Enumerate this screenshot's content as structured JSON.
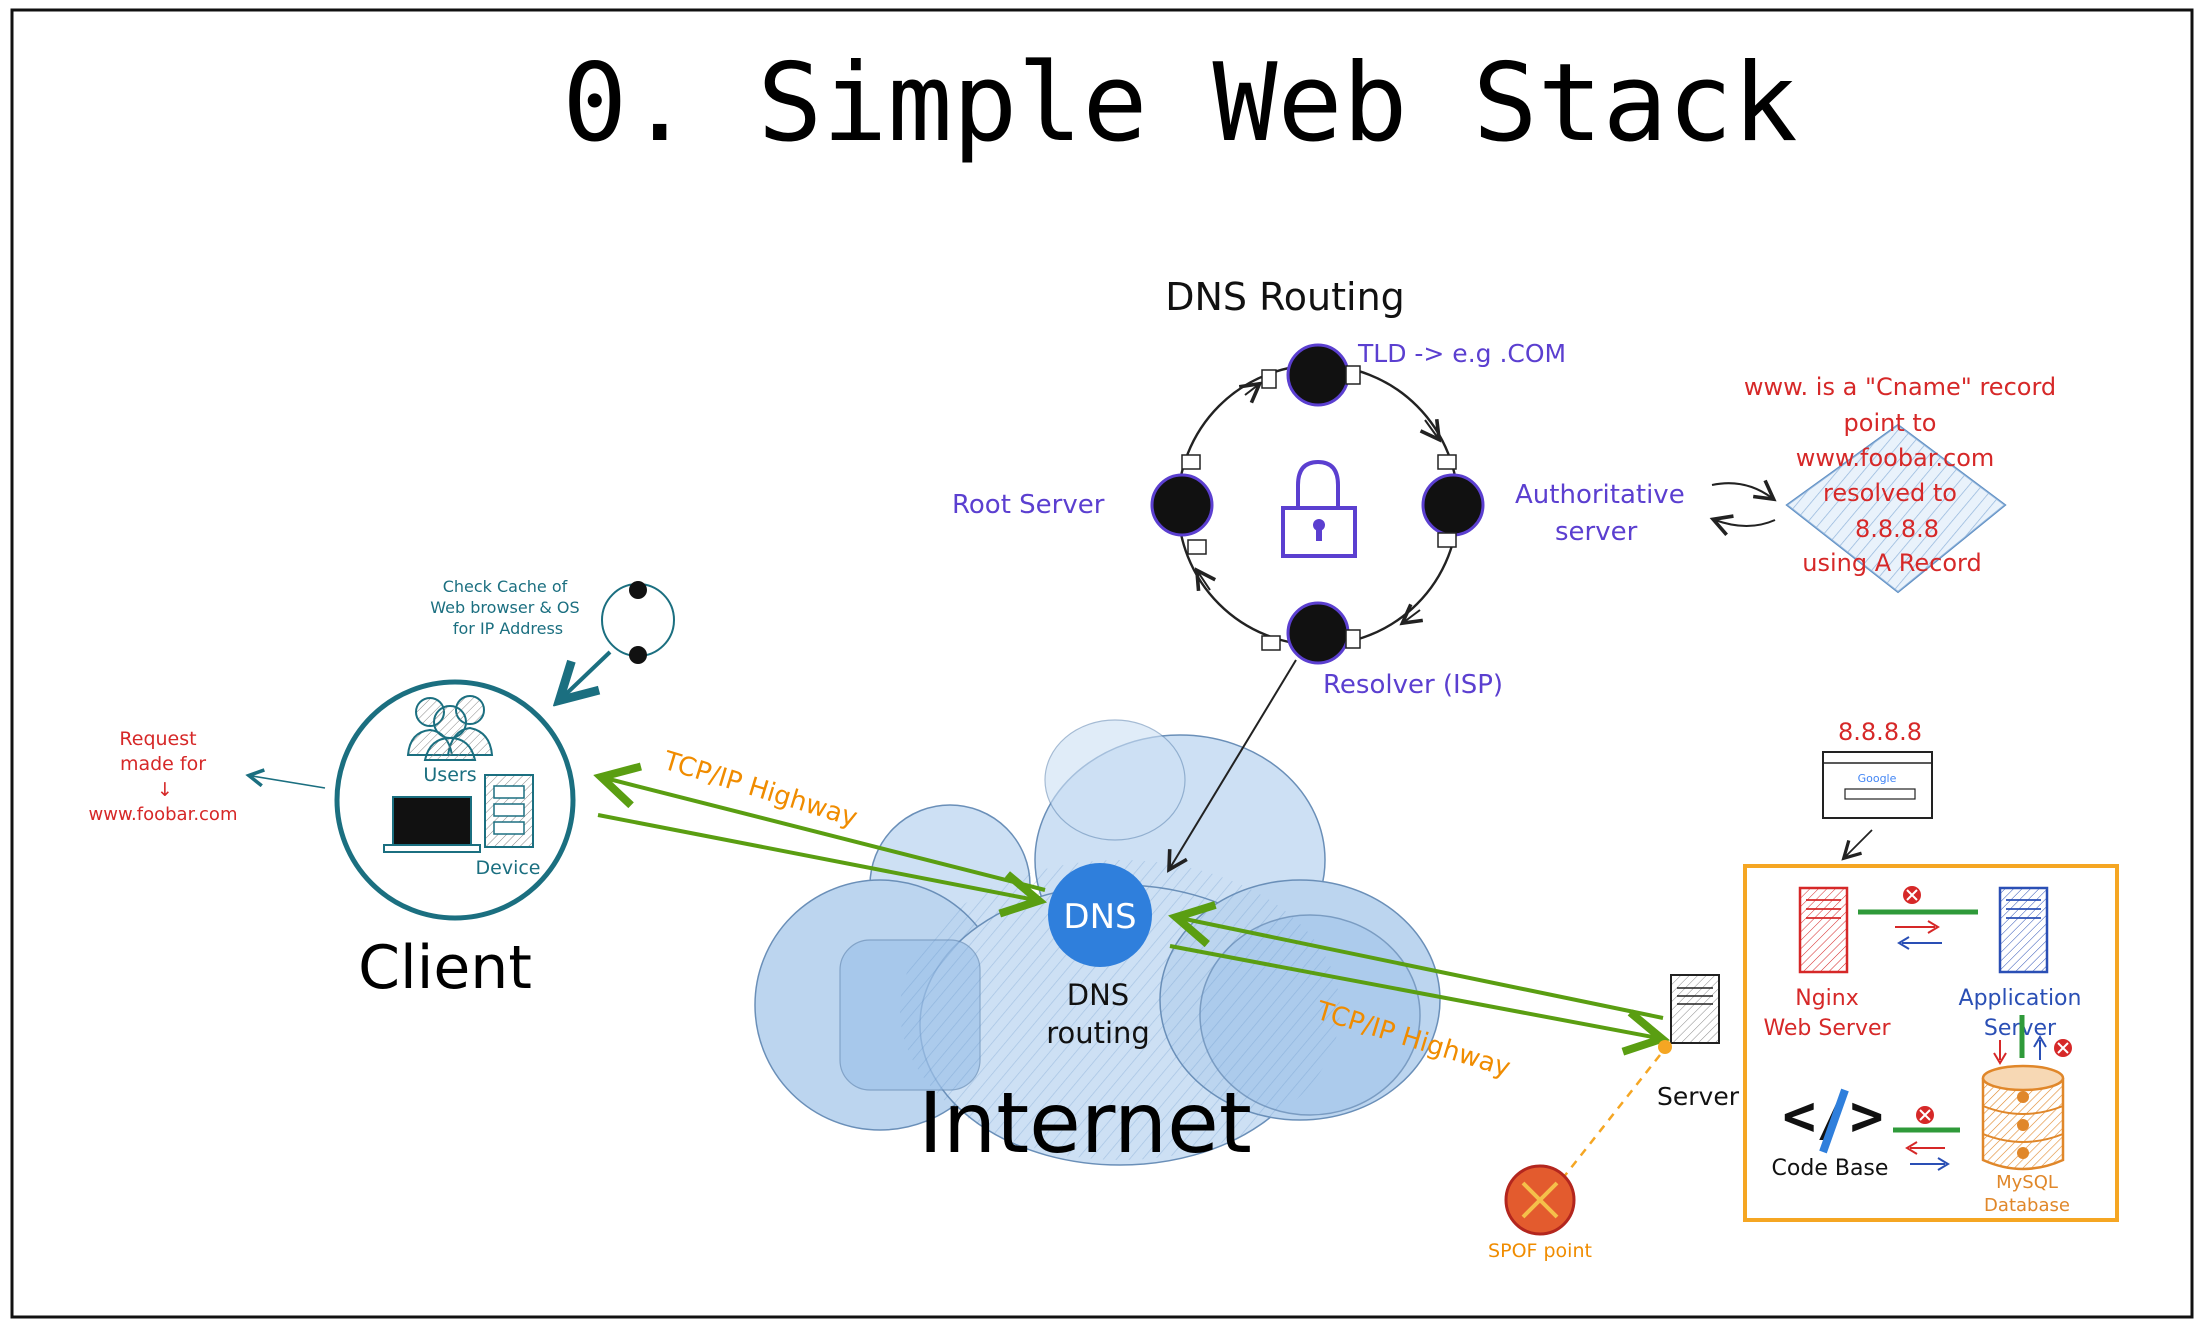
{
  "title": "0. Simple Web Stack",
  "dns_routing": {
    "heading": "DNS Routing",
    "tld": "TLD -> e.g .COM",
    "root_server": "Root Server",
    "authoritative_line1": "Authoritative",
    "authoritative_line2": "server",
    "resolver": "Resolver (ISP)"
  },
  "cname_note": {
    "line1": "www. is a \"Cname\" record",
    "line2": "point to",
    "line3": "www.foobar.com",
    "line4": "resolved to",
    "line5": "8.8.8.8",
    "line6": "using A Record"
  },
  "client": {
    "label": "Client",
    "users": "Users",
    "device": "Device",
    "cache_line1": "Check Cache of",
    "cache_line2": "Web browser & OS",
    "cache_line3": "for IP Address"
  },
  "request": {
    "line1": "Request",
    "line2": "made for",
    "arrow": "↓",
    "line3": "www.foobar.com"
  },
  "internet": {
    "label": "Internet",
    "dns_badge": "DNS",
    "dns_routing_line1": "DNS",
    "dns_routing_line2": "routing",
    "highway_left": "TCP/IP Highway",
    "highway_right": "TCP/IP Highway"
  },
  "server_side": {
    "ip": "8.8.8.8",
    "browser_brand": "Google",
    "server": "Server",
    "nginx_line1": "Nginx",
    "nginx_line2": "Web Server",
    "app_line1": "Application",
    "app_line2": "Server",
    "codebase": "Code Base",
    "codebase_glyph": "</>",
    "mysql_line1": "MySQL",
    "mysql_line2": "Database",
    "spof": "SPOF point"
  },
  "colors": {
    "violet": "#5b3fd0",
    "red": "#d62828",
    "teal": "#1b6f80",
    "green": "#5a9e12",
    "orange": "#f08c00",
    "blue": "#2f7fdc",
    "navy": "#2a4fb5",
    "amber": "#f5a623"
  }
}
